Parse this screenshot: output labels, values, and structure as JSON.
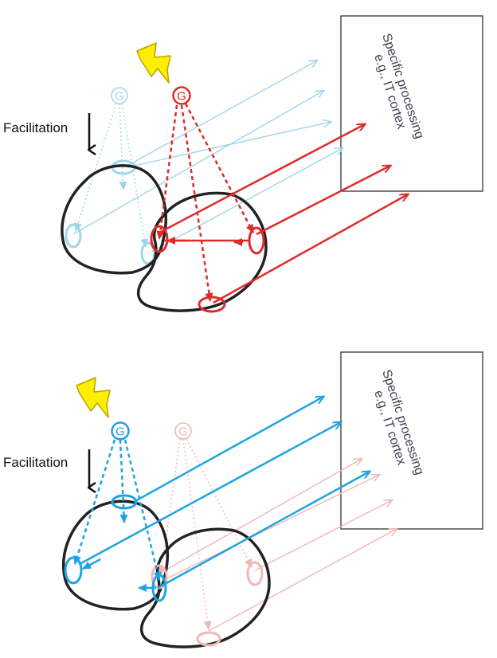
{
  "panels": [
    {
      "id": "top",
      "facilitation_label": "Facilitation",
      "attended_color": "#e02a2a",
      "faded_color": "#9fd6ea",
      "faded_node_label": "G",
      "active_node_label": "G",
      "box_line1": "Specific processing",
      "box_line2": "e.g., IT cortex"
    },
    {
      "id": "bottom",
      "facilitation_label": "Facilitation",
      "attended_color": "#1ea4e0",
      "faded_color": "#f2b6b6",
      "active_node_label": "G",
      "faded_node_label": "G",
      "box_line1": "Specific processing",
      "box_line2": "e.g., IT cortex"
    }
  ],
  "icons": {
    "stimulus": "lightning-bolt-icon",
    "facilitation": "down-arrow-icon"
  }
}
